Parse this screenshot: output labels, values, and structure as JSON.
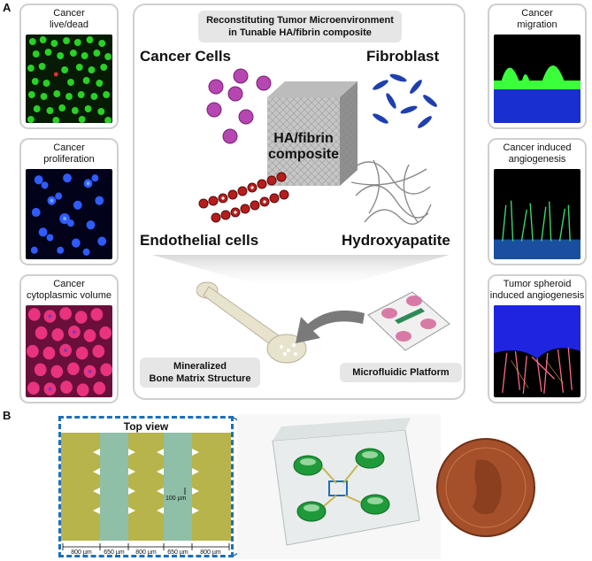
{
  "panel_a": {
    "label": "A",
    "left_cards": [
      {
        "caption_line1": "Cancer",
        "caption_line2": "live/dead"
      },
      {
        "caption_line1": "Cancer",
        "caption_line2": "proliferation"
      },
      {
        "caption_line1": "Cancer",
        "caption_line2": "cytoplasmic volume"
      }
    ],
    "right_cards": [
      {
        "caption_line1": "Cancer",
        "caption_line2": "migration"
      },
      {
        "caption_line1": "Cancer induced",
        "caption_line2": "angiogenesis"
      },
      {
        "caption_line1": "Tumor spheroid",
        "caption_line2": "induced angiogenesis"
      }
    ],
    "center": {
      "banner_line1": "Reconstituting Tumor Microenvironment",
      "banner_line2": "in Tunable HA/fibrin composite",
      "cube_line1": "HA/fibrin",
      "cube_line2": "composite",
      "cancer_cells": "Cancer Cells",
      "fibroblast": "Fibroblast",
      "endothelial": "Endothelial cells",
      "hydroxyapatite": "Hydroxyapatite",
      "bone_line1": "Mineralized",
      "bone_line2": "Bone Matrix Structure",
      "microfluidic": "Microfluidic Platform"
    }
  },
  "panel_b": {
    "label": "B",
    "top_view_title": "Top view",
    "gap_label": "100 µm",
    "widths": [
      "800 µm",
      "650 µm",
      "800 µm",
      "650 µm",
      "800 µm"
    ],
    "colors": {
      "olive": "#b6b44a",
      "channel": "#8fbfa6",
      "frame": "#1f6fb6"
    }
  }
}
